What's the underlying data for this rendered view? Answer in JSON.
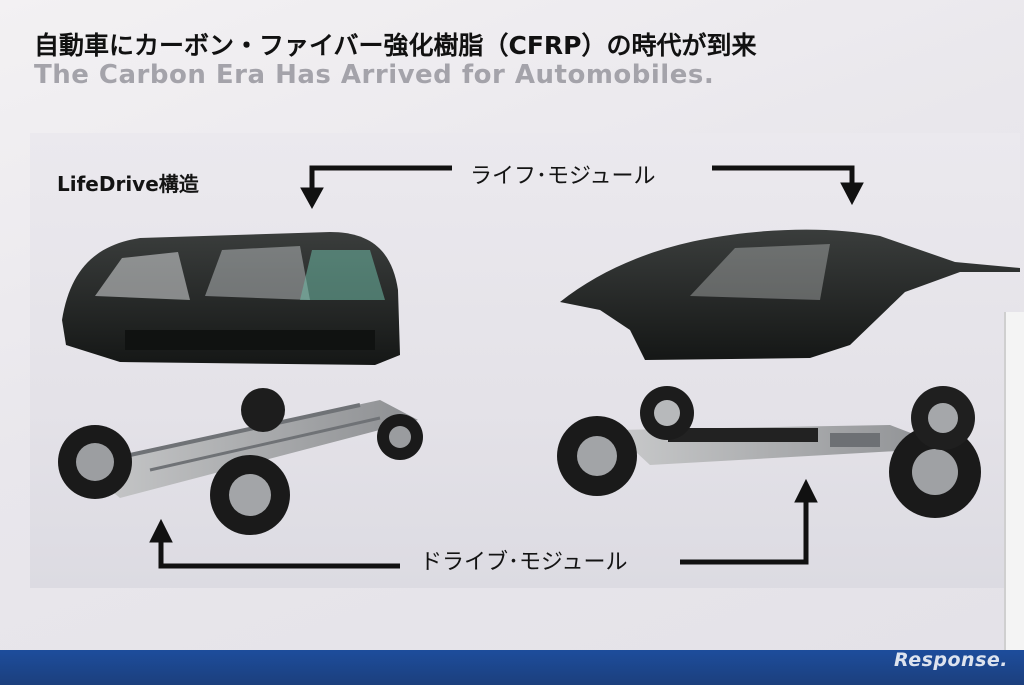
{
  "slide": {
    "title_ja": "自動車にカーボン・ファイバー強化樹脂（CFRP）の時代が到来",
    "title_en": "The Carbon Era Has Arrived for Automobiles.",
    "structure_label": "LifeDrive構造",
    "life_module_label": "ライフ･モジュール",
    "drive_module_label": "ドライブ･モジュール"
  },
  "watermark": "Response."
}
